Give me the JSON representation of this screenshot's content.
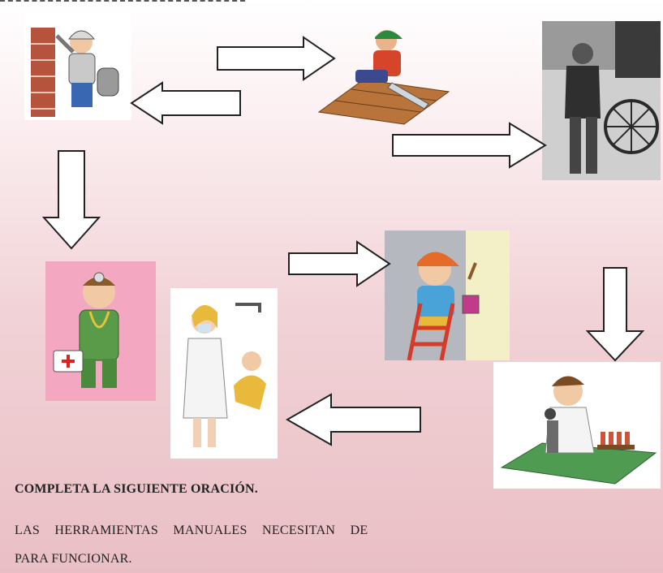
{
  "worksheet": {
    "instruction": "COMPLETA LA SIGUIENTE ORACIÓN.",
    "sentence_part1": "LAS HERRAMIENTAS MANUALES NECESITAN DE",
    "sentence_part2": "PARA FUNCIONAR."
  },
  "illustrations": [
    {
      "id": "bricklayer",
      "icon": "bricklayer-icon"
    },
    {
      "id": "carpenter",
      "icon": "carpenter-saw-icon"
    },
    {
      "id": "knife-sharpener",
      "icon": "grinding-wheel-photo"
    },
    {
      "id": "doctor",
      "icon": "doctor-icon"
    },
    {
      "id": "dentist",
      "icon": "dentist-icon"
    },
    {
      "id": "painter",
      "icon": "painter-icon"
    },
    {
      "id": "scientist",
      "icon": "microscope-scientist-icon"
    }
  ],
  "colors": {
    "background_top": "#ffffff",
    "background_bottom": "#e9bfc5",
    "arrow_fill": "#ffffff",
    "arrow_stroke": "#222222"
  }
}
